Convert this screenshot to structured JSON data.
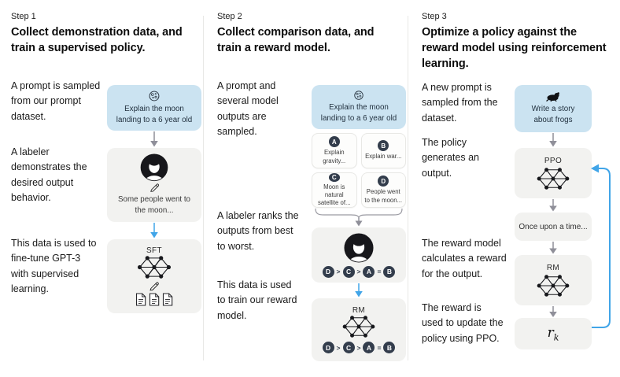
{
  "steps": [
    {
      "label": "Step 1",
      "heading": "Collect demonstration data, and train a supervised policy.",
      "texts": [
        "A prompt is sampled from our prompt dataset.",
        "A labeler demonstrates the desired output behavior.",
        "This data is used to fine-tune GPT-3 with supervised learning."
      ],
      "prompt_box": "Explain the moon landing to a 6 year old",
      "labeler_caption": "Some people went to the moon...",
      "model_label": "SFT"
    },
    {
      "label": "Step 2",
      "heading": "Collect comparison data, and train a reward model.",
      "texts": [
        "A prompt and several model outputs are sampled.",
        "A labeler ranks the outputs from best to worst.",
        "This data is used to train our reward model."
      ],
      "prompt_box": "Explain the moon landing to a 6 year old",
      "outputs": [
        {
          "letter": "A",
          "caption": "Explain gravity..."
        },
        {
          "letter": "B",
          "caption": "Explain war..."
        },
        {
          "letter": "C",
          "caption": "Moon is natural satellite of..."
        },
        {
          "letter": "D",
          "caption": "People went to the moon..."
        }
      ],
      "ranking": [
        "D",
        ">",
        "C",
        ">",
        "A",
        "=",
        "B"
      ],
      "model_label": "RM"
    },
    {
      "label": "Step 3",
      "heading": "Optimize a policy against the reward model using reinforcement learning.",
      "texts": [
        "A new prompt is sampled from the dataset.",
        "The policy generates an output.",
        "The reward model calculates a reward for the output.",
        "The reward is used to update the policy using PPO."
      ],
      "prompt_box": "Write a story about frogs",
      "policy_label": "PPO",
      "output_text": "Once upon a time...",
      "model_label": "RM",
      "reward_symbol": "r",
      "reward_subscript": "k"
    }
  ],
  "colors": {
    "blue_box": "#cbe3f1",
    "gray_box": "#f2f2f0",
    "blue_arrow": "#41a5e8",
    "gray_arrow": "#8f8f99",
    "pill": "#333d4c"
  }
}
